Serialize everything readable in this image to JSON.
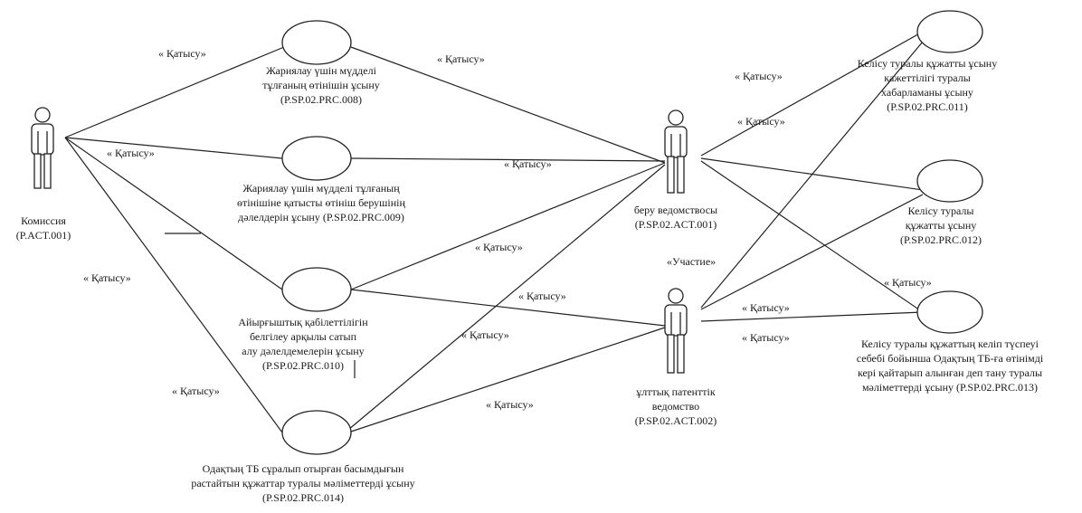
{
  "actors": {
    "commission": {
      "name": "Комиссия",
      "code": "(P.ACT.001)"
    },
    "issuing_agency": {
      "name": "беру ведомствосы",
      "code": "(P.SP.02.ACT.001)"
    },
    "national_patent_agency": {
      "name": "ұлттық патенттік",
      "name2": "ведомство",
      "code": "(P.SP.02.ACT.002)"
    }
  },
  "use_cases": {
    "prc008": {
      "line1": "Жариялау үшін мүдделі",
      "line2": "тұлғаның өтінішін ұсыну",
      "code": "(P.SP.02.PRC.008)"
    },
    "prc009": {
      "line1": "Жариялау үшін мүдделі тұлғаның",
      "line2": "өтінішіне қатысты өтініш берушінің",
      "line3": "дәлелдерін ұсыну (P.SP.02.PRC.009)"
    },
    "prc010": {
      "line1": "Айырғыштық қабілеттілігін",
      "line2": "белгілеу арқылы сатып",
      "line3": "алу дәлелдемелерін ұсыну",
      "code": "(P.SP.02.PRC.010)"
    },
    "prc014": {
      "line1": "Одақтың ТБ сұралып отырған басымдығын",
      "line2": "растайтын құжаттар туралы мәліметтерді ұсыну",
      "code": "(P.SP.02.PRC.014)"
    },
    "prc011": {
      "line1": "Келісу туралы құжатты ұсыну",
      "line2": "қажеттілігі туралы",
      "line3": "хабарламаны ұсыну",
      "code": "(P.SP.02.PRC.011)"
    },
    "prc012": {
      "line1": "Келісу туралы",
      "line2": "құжатты ұсыну",
      "code": "(P.SP.02.PRC.012)"
    },
    "prc013": {
      "line1": "Келісу туралы құжаттың келіп түспеуі",
      "line2": "себебі бойынша Одақтың ТБ-ға өтінімді",
      "line3": "кері қайтарып алынған деп тану туралы",
      "line4": "мәліметтерді ұсыну (P.SP.02.PRC.013)"
    }
  },
  "relation_label": "« Қатысу»",
  "participation_label": "«Участие»"
}
